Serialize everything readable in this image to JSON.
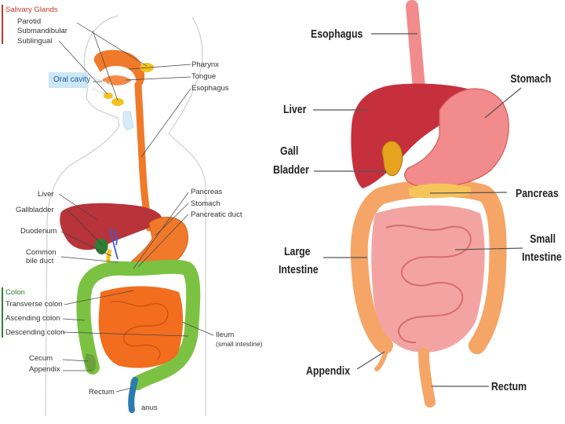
{
  "left_diagram": {
    "salivary_header": "Salivary Glands",
    "parotid": "Parotid",
    "submandibular": "Submandibular",
    "sublingual": "Sublingual",
    "oral_cavity": "Oral cavity",
    "pharynx": "Pharynx",
    "tongue": "Tongue",
    "esophagus": "Esophagus",
    "liver": "Liver",
    "gallbladder": "Gallbladder",
    "duodenum": "Duodenum",
    "common_bile_duct_1": "Common",
    "common_bile_duct_2": "bile duct",
    "pancreas": "Pancreas",
    "stomach": "Stomach",
    "pancreatic_duct": "Pancreatic duct",
    "colon_header": "Colon",
    "transverse_colon": "Transverse colon",
    "ascending_colon": "Ascending colon",
    "descending_colon": "Descending colon",
    "cecum": "Cecum",
    "appendix": "Appendix",
    "rectum": "Rectum",
    "anus": "anus",
    "ileum": "Ileum",
    "ileum_sub": "(small intestine)"
  },
  "right_diagram": {
    "esophagus": "Esophagus",
    "stomach": "Stomach",
    "liver": "Liver",
    "gall_bladder_1": "Gall",
    "gall_bladder_2": "Bladder",
    "pancreas": "Pancreas",
    "small_intestine_1": "Small",
    "small_intestine_2": "Intestine",
    "large_intestine_1": "Large",
    "large_intestine_2": "Intestine",
    "appendix": "Appendix",
    "rectum": "Rectum"
  },
  "colors": {
    "salivary_red": "#c0392b",
    "colon_green": "#2e7d32",
    "oral_cavity_bg": "#cde6f6",
    "esophagus_orange": "#f07a2a",
    "liver_red": "#b8333a",
    "small_intestine_orange": "#f26d1e",
    "colon_green_fill": "#7cc242",
    "right_organ_pink": "#f28b8b",
    "right_liver": "#c6303c",
    "right_colon": "#f5a566"
  }
}
